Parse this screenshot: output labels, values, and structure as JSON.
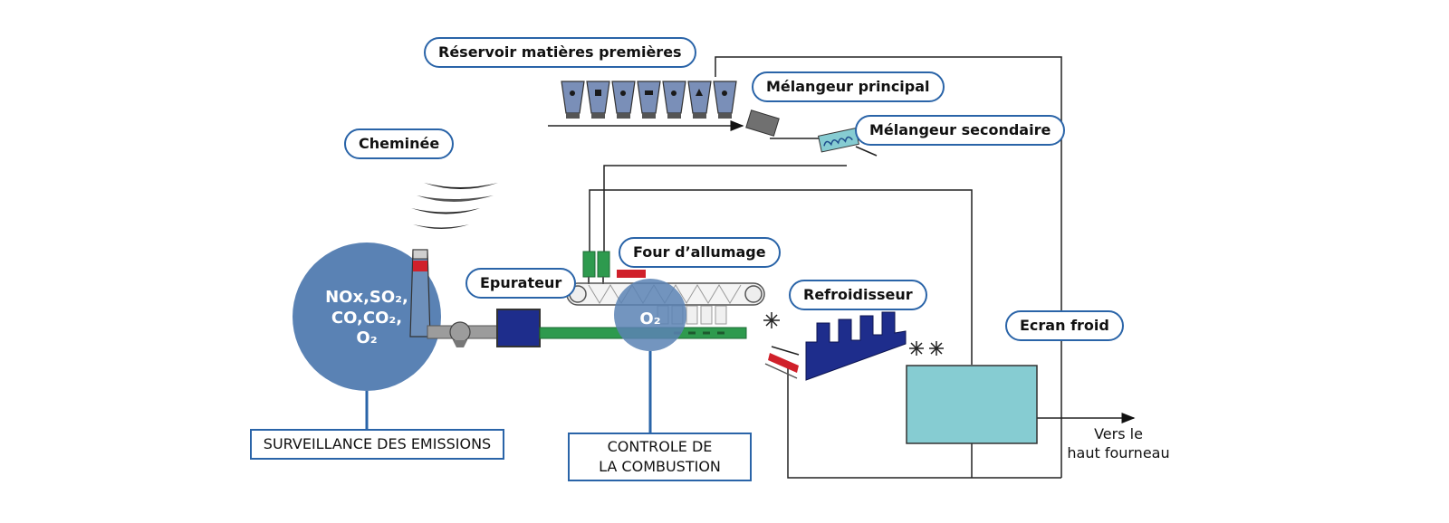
{
  "labels": {
    "reservoir": "Réservoir matières premières",
    "melangeur_principal": "Mélangeur principal",
    "melangeur_secondaire": "Mélangeur secondaire",
    "cheminee": "Cheminée",
    "epurateur": "Epurateur",
    "four": "Four d’allumage",
    "refroidisseur": "Refroidisseur",
    "ecran_froid": "Ecran froid"
  },
  "boxes": {
    "surveillance": "SURVEILLANCE DES EMISSIONS",
    "controle_line1": "CONTROLE DE",
    "controle_line2": "LA COMBUSTION"
  },
  "emissions": {
    "line1": "NOx,SO₂,",
    "line2": "CO,CO₂,",
    "line3": "O₂"
  },
  "combustion_gas": "O₂",
  "output": {
    "line1": "Vers le",
    "line2": "haut fourneau"
  },
  "colors": {
    "monitor_circle": "#5a82b4",
    "conveyor_green": "#2e9a4e",
    "hopper": "#7a8fb8",
    "cooler": "#1e2d8c",
    "screen": "#86ccd2",
    "label_border": "#2a64a8",
    "burner_red": "#d0202a"
  }
}
